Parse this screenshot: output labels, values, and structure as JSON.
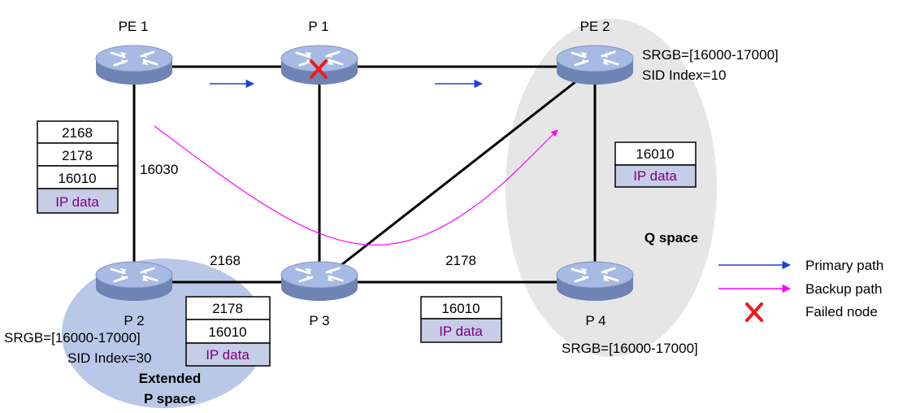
{
  "colors": {
    "primary_path": "#1f3fe0",
    "backup_path": "#ff00ff",
    "failed_node": "#ee1c1c",
    "q_space": "#e6e6e6",
    "p_space": "#b8c8e6",
    "ip_data_fill": "#c6cde6",
    "ip_data_text": "#800080",
    "router_body": "#7f93be",
    "router_top": "#a4b8e2"
  },
  "nodes": {
    "pe1": {
      "label": "PE 1"
    },
    "p1": {
      "label": "P 1",
      "failed": true
    },
    "pe2": {
      "label": "PE 2",
      "srgb": "SRGB=[16000-17000]",
      "sid": "SID Index=10"
    },
    "p2": {
      "label": "P 2",
      "srgb": "SRGB=[16000-17000]",
      "sid": "SID Index=30"
    },
    "p3": {
      "label": "P 3"
    },
    "p4": {
      "label": "P 4",
      "srgb": "SRGB=[16000-17000]"
    }
  },
  "regions": {
    "q_space": "Q space",
    "p_space_line1": "Extended",
    "p_space_line2": "P space"
  },
  "link_labels": {
    "pe1_p2": "16030",
    "p2_p3": "2168",
    "p3_p4": "2178"
  },
  "stacks": {
    "pe1_p2": [
      "2168",
      "2178",
      "16010",
      "IP data"
    ],
    "p2_p3": [
      "2178",
      "16010",
      "IP data"
    ],
    "p3_p4": [
      "16010",
      "IP data"
    ],
    "pe2_p4": [
      "16010",
      "IP data"
    ]
  },
  "legend": {
    "primary": "Primary path",
    "backup": "Backup path",
    "failed": "Failed node"
  }
}
